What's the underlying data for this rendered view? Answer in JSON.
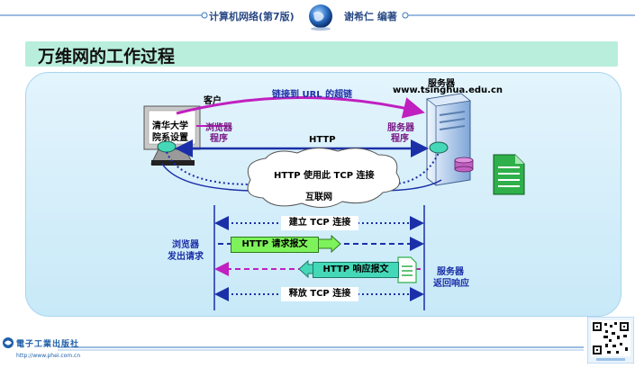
{
  "header": {
    "book_title": "计算机网络(第7版)",
    "author": "谢希仁 编著"
  },
  "slide": {
    "title": "万维网的工作过程"
  },
  "diagram": {
    "client_label": "客户",
    "screen_text_line1": "清华大学",
    "screen_text_line2": "院系设置",
    "browser_program_line1": "浏览器",
    "browser_program_line2": "程序",
    "link_label": "链接到 URL 的超链",
    "server_label": "服务器",
    "server_domain": "www.tsinghua.edu.cn",
    "server_program_line1": "服务器",
    "server_program_line2": "程序",
    "http_label": "HTTP",
    "tcp_cloud_label": "HTTP 使用此 TCP 连接",
    "internet_label": "互联网",
    "establish_tcp": "建立 TCP 连接",
    "browser_request_line1": "浏览器",
    "browser_request_line2": "发出请求",
    "http_request": "HTTP 请求报文",
    "http_response": "HTTP 响应报文",
    "server_response_line1": "服务器",
    "server_response_line2": "返回响应",
    "release_tcp": "释放 TCP 连接"
  },
  "footer": {
    "publisher_url": "http://www.phei.com.cn"
  },
  "colors": {
    "blue_arrow": "#1b2fa8",
    "purple_arrow": "#c020c0",
    "green_box": "#7ef25a",
    "teal_box": "#45d8b8",
    "title_bar": "#b9eedc"
  }
}
